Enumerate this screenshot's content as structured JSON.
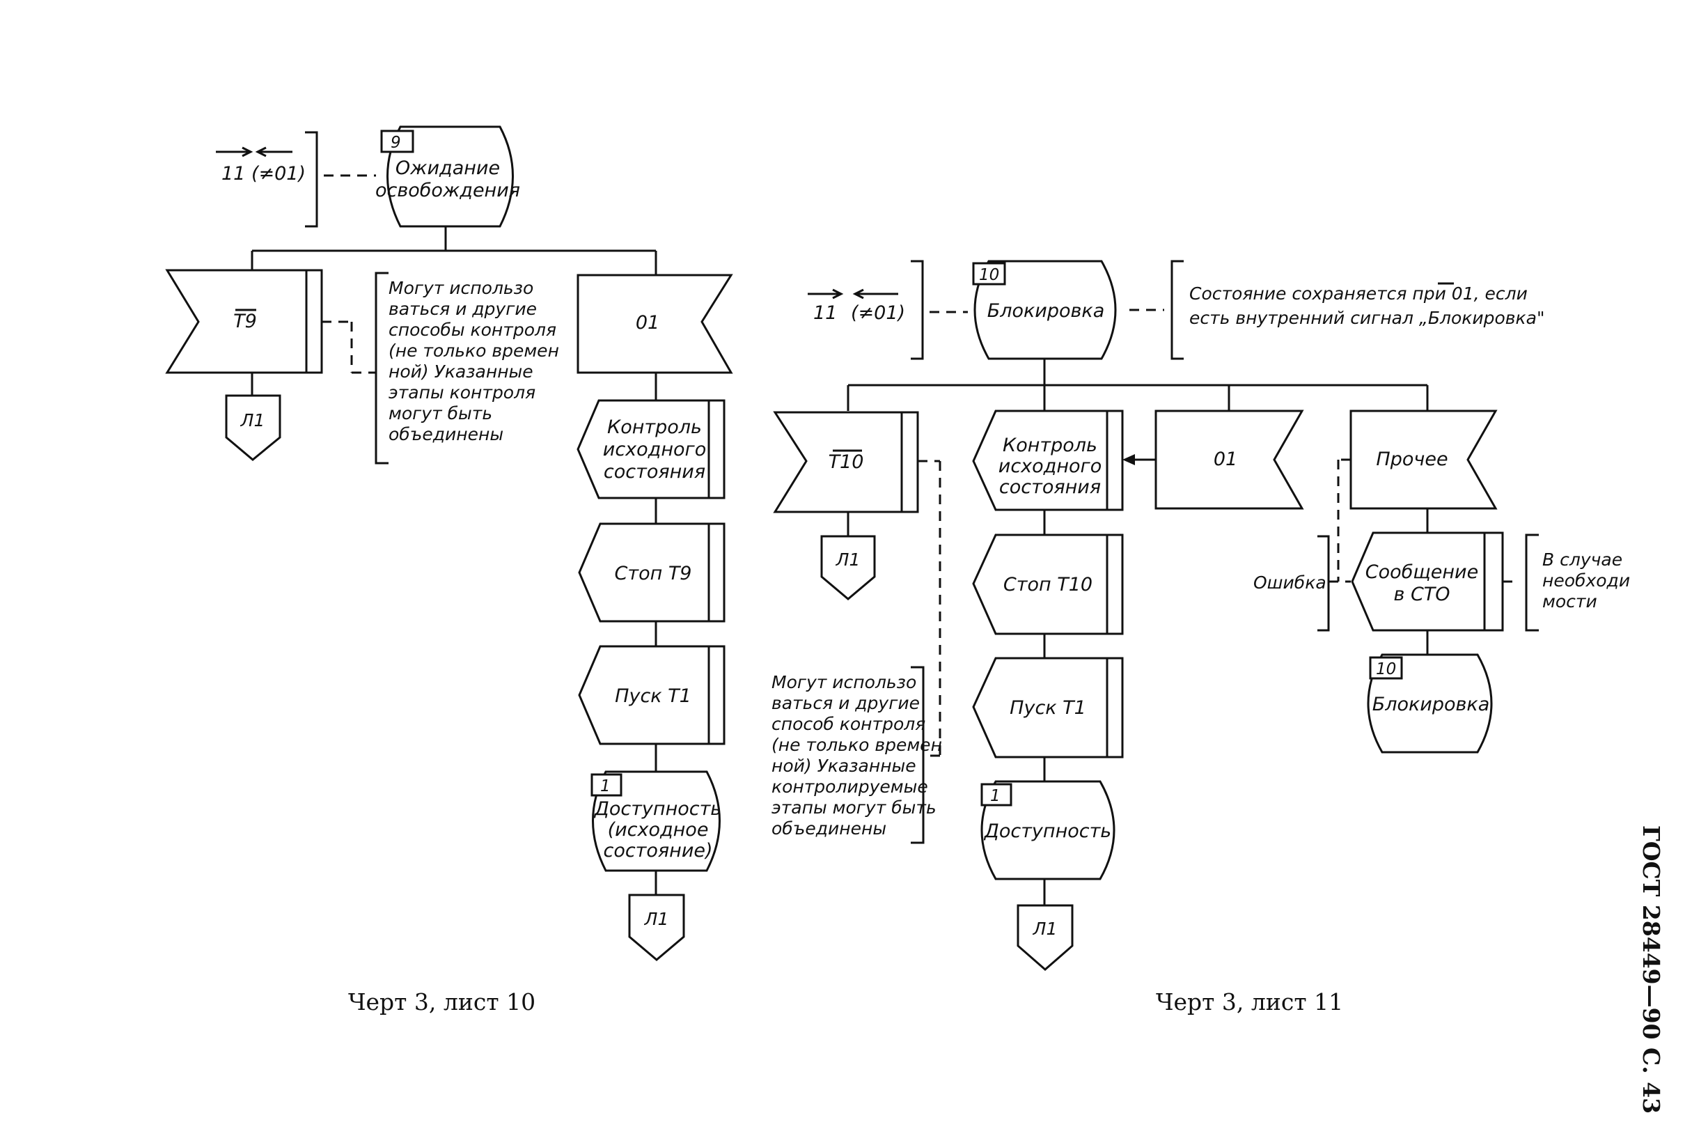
{
  "sheet10": {
    "caption": "Черт 3, лист 10",
    "entry": {
      "signal": "11 (≠01)"
    },
    "state": {
      "number": "9",
      "line1": "Ожидание",
      "line2": "освобождения"
    },
    "branch_left": {
      "label": "T9",
      "connector": "Л1"
    },
    "note": [
      "Могут использо",
      "ваться и другие",
      "способы контроля",
      "(не только времен",
      "ной) Указанные",
      "этапы контроля",
      "могут быть",
      "объединены"
    ],
    "branch_right": {
      "label": "01"
    },
    "actions": [
      {
        "lines": [
          "Контроль",
          "исходного",
          "состояния"
        ]
      },
      {
        "lines": [
          "Стоп T9"
        ]
      },
      {
        "lines": [
          "Пуск T1"
        ]
      }
    ],
    "end_state": {
      "number": "1",
      "line1": "Доступность",
      "line2": "(исходное",
      "line3": "состояние)"
    },
    "end_connector": "Л1"
  },
  "sheet11": {
    "caption": "Черт 3, лист 11",
    "entry": {
      "signal_a": "11",
      "signal_b": "(≠01)"
    },
    "state": {
      "number": "10",
      "label": "Блокировка"
    },
    "comment_line1": "Состояние сохраняется при 01, если",
    "comment_line2": "есть внутренний сигнал „Блокировка\"",
    "branch_t10": {
      "label": "T10",
      "connector": "Л1"
    },
    "note": [
      "Могут использо",
      "ваться и другие",
      "способ контроля",
      "(не только времен",
      "ной) Указанные",
      "контролируемые",
      "этапы могут быть",
      "объединены"
    ],
    "actions": [
      {
        "lines": [
          "Контроль",
          "исходного",
          "состояния"
        ]
      },
      {
        "lines": [
          "Стоп T10"
        ]
      },
      {
        "lines": [
          "Пуск T1"
        ]
      }
    ],
    "branch_01": {
      "label": "01"
    },
    "end_state": {
      "number": "1",
      "label": "Доступность"
    },
    "end_connector": "Л1",
    "branch_other": {
      "label": "Прочее"
    },
    "error_label": "Ошибка",
    "message": {
      "line1": "Сообщение",
      "line2": "в СТО"
    },
    "message_note": [
      "В случае",
      "необходи",
      "мости"
    ],
    "loop_state": {
      "number": "10",
      "label": "Блокировка"
    }
  },
  "page_side": "ГОСТ 28449—90 С. 43"
}
